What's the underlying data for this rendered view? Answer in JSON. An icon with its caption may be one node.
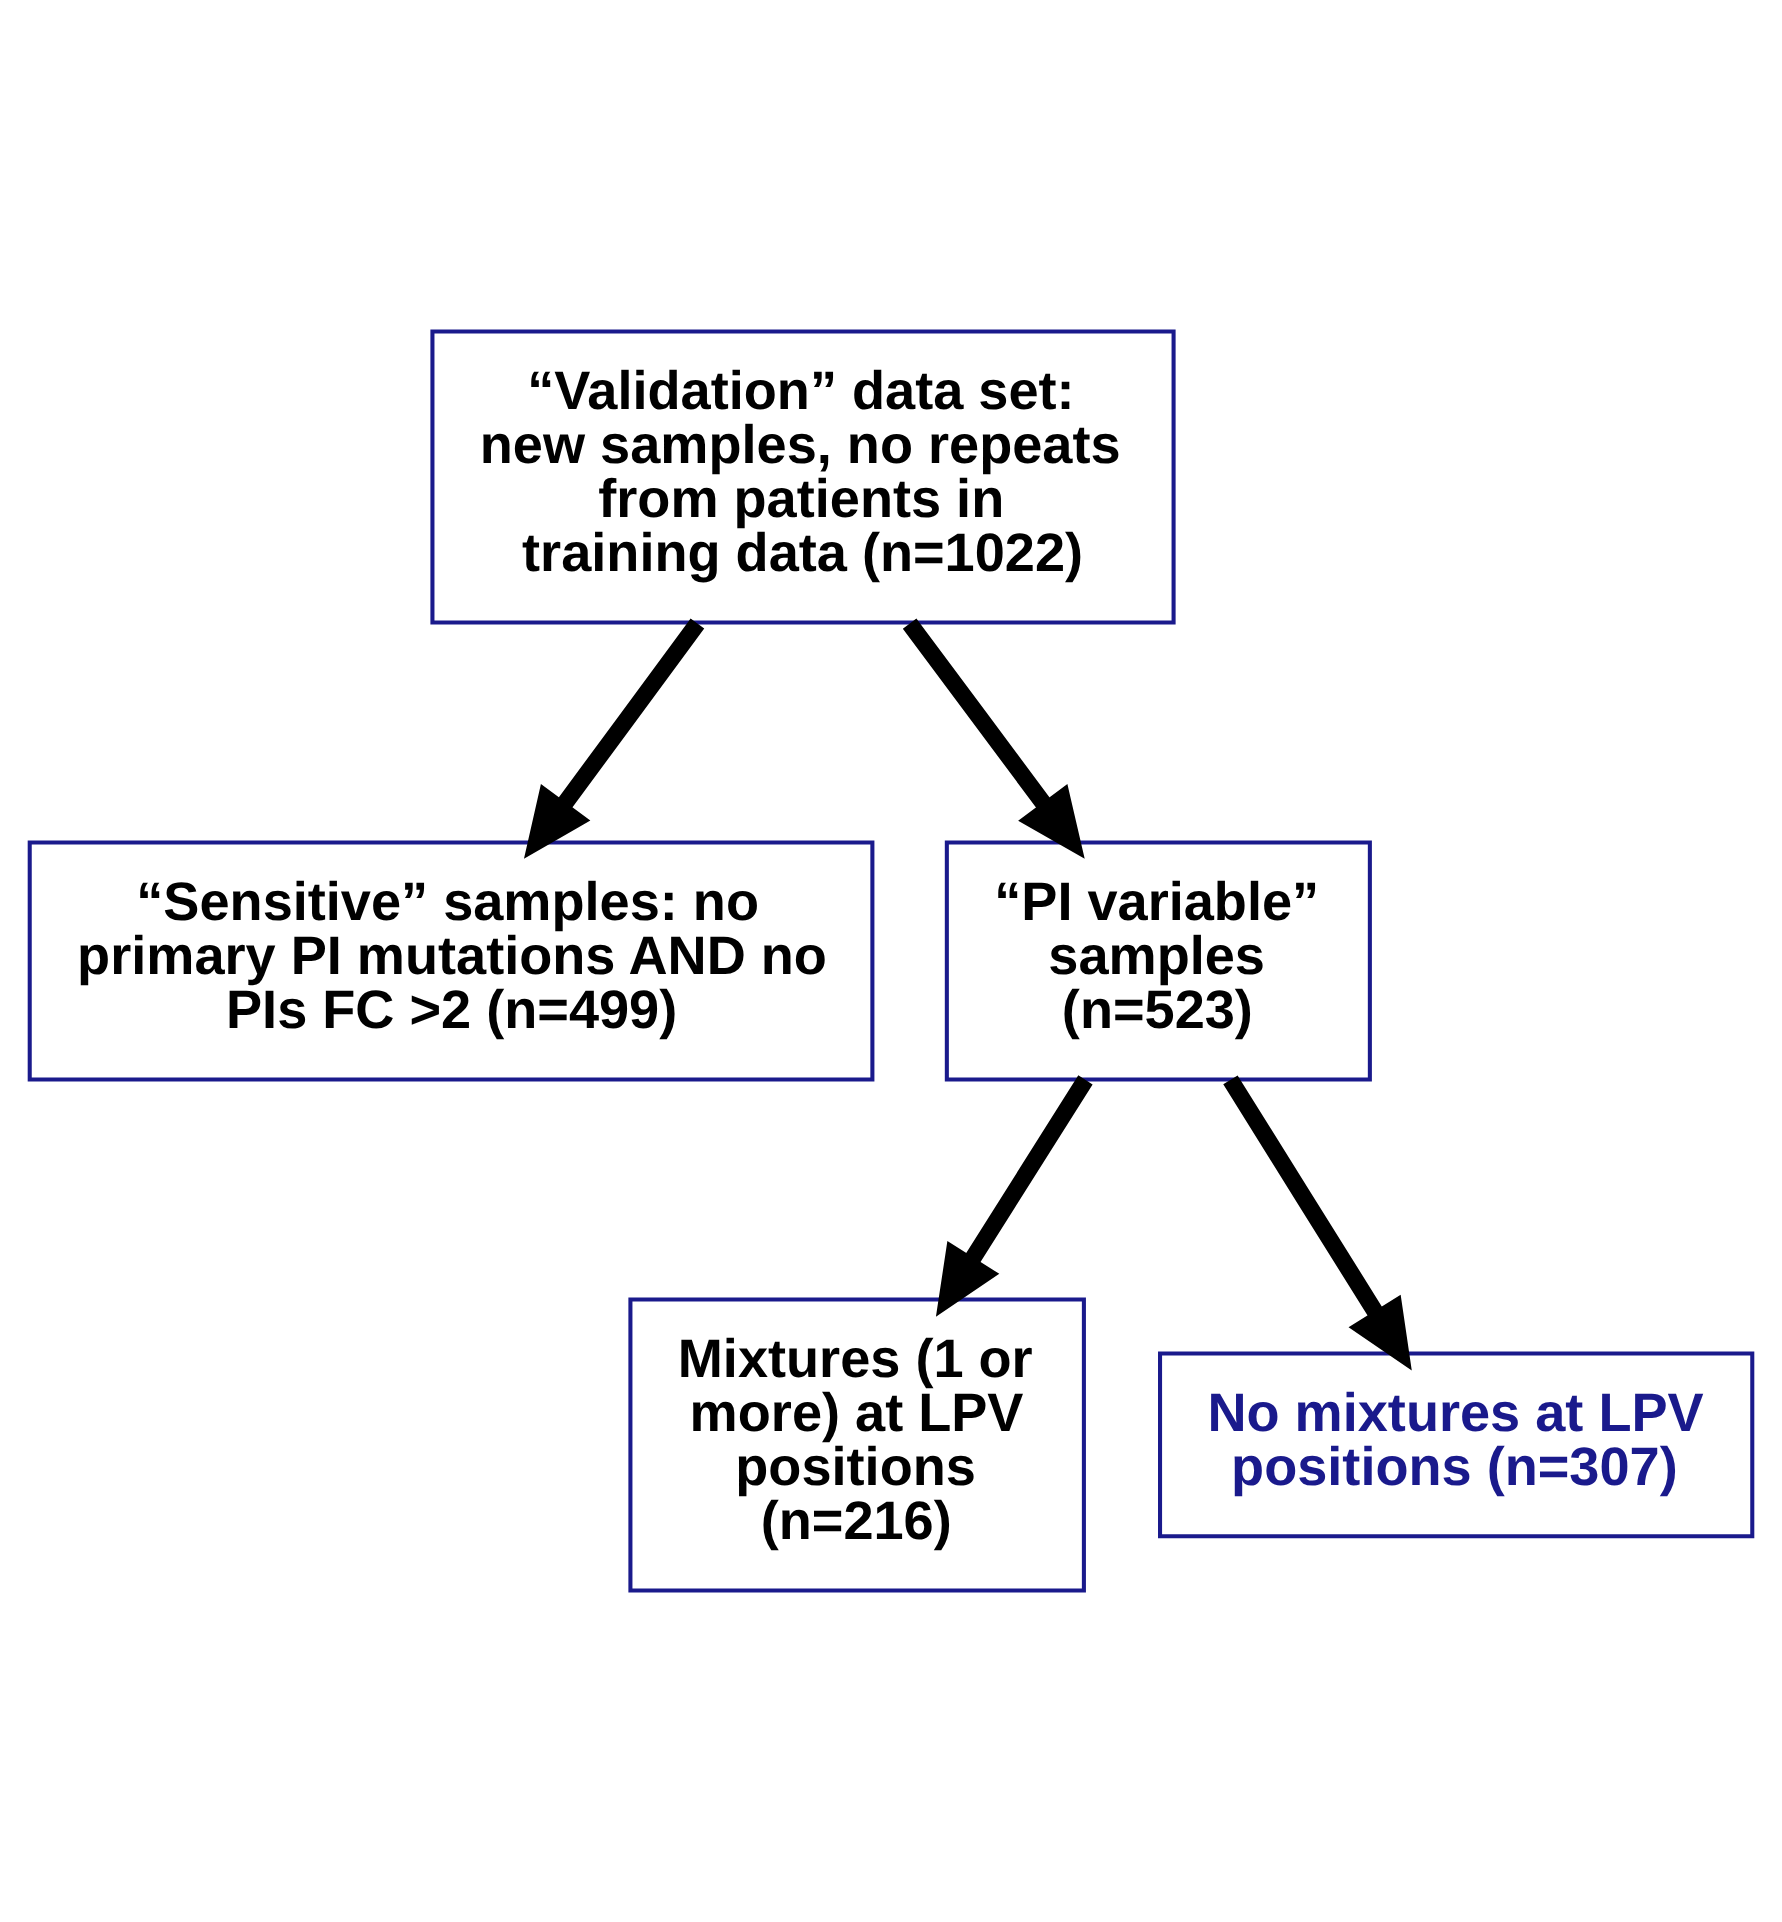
{
  "diagram": {
    "nodes": [
      {
        "text": [
          "“Validation” data set: new samples, no repeats from patients in training data (n=1022)"
        ]
      },
      {
        "text": [
          "“Sensitive” samples: no primary PI mutations AND no PIs FC >2 (n=499)"
        ]
      },
      {
        "text": [
          "“PI variable” samples (n=523)"
        ]
      },
      {
        "text": [
          "Mixtures (1 or more) at LPV positions (n=216)"
        ]
      },
      {
        "text": [
          "No mixtures at LPV positions (n=307)"
        ]
      }
    ],
    "edges": [
      {
        "from": 0,
        "to": 1,
        "arrow": "to"
      },
      {
        "from": 0,
        "to": 2,
        "arrow": "to"
      },
      {
        "from": 2,
        "to": 3,
        "arrow": "to"
      },
      {
        "from": 2,
        "to": 4,
        "arrow": "to"
      }
    ]
  }
}
